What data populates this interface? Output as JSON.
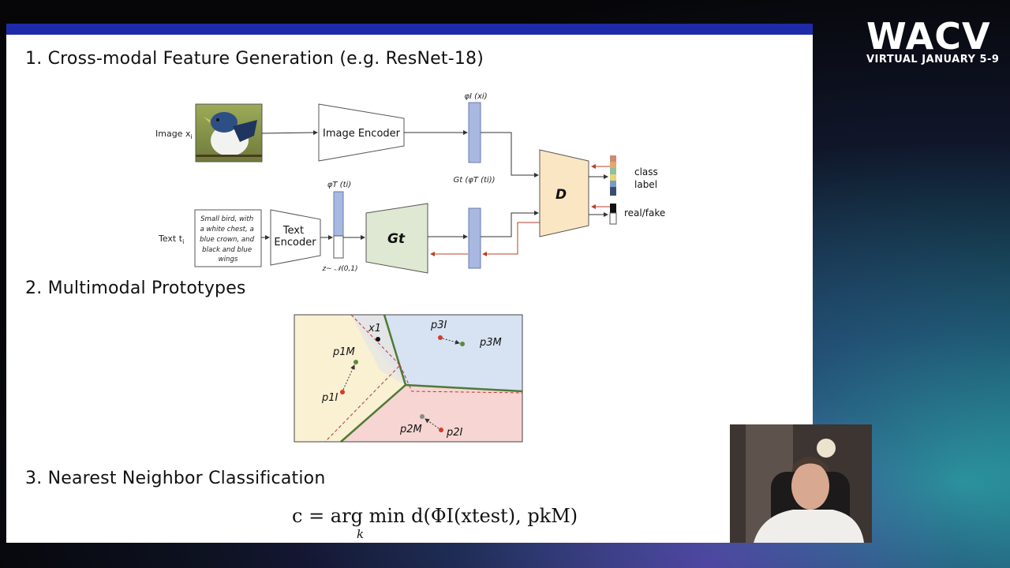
{
  "logo": {
    "title": "WACV",
    "subtitle": "VIRTUAL JANUARY 5-9"
  },
  "slide": {
    "heading1": "1. Cross-modal Feature Generation (e.g. ResNet-18)",
    "heading2": "2. Multimodal Prototypes",
    "heading3": "3. Nearest Neighbor Classification"
  },
  "diagram1": {
    "image_label": "Image x",
    "image_label_sub": "i",
    "text_label": "Text t",
    "text_label_sub": "i",
    "text_description": [
      "Small bird, with",
      "a white chest, a",
      "blue crown, and",
      "black and blue",
      "wings"
    ],
    "image_encoder": "Image Encoder",
    "text_encoder_line1": "Text",
    "text_encoder_line2": "Encoder",
    "phi_i_label": "φI (xi)",
    "phi_t_label": "φT (ti)",
    "gt_phi_label": "Gt (φT (ti))",
    "noise_label": "z∼ 𝒩(0,1)",
    "generator": "Gt",
    "discriminator": "D",
    "class_label_line1": "class",
    "class_label_line2": "label",
    "real_fake": "real/fake"
  },
  "diagram2": {
    "x1": "x1",
    "p1M": "p1M",
    "p1I": "p1I",
    "p2M": "p2M",
    "p2I": "p2I",
    "p3M": "p3M",
    "p3I": "p3I"
  },
  "formula": "c = arg min d(ΦI(xtest), pkM)",
  "formula_sub": "k",
  "colors": {
    "accent_bar": "#1f2aa8",
    "region1": "#faf0d2",
    "region2": "#f6d5d2",
    "region3": "#d7e2f2",
    "boundary": "#4f7a36"
  }
}
